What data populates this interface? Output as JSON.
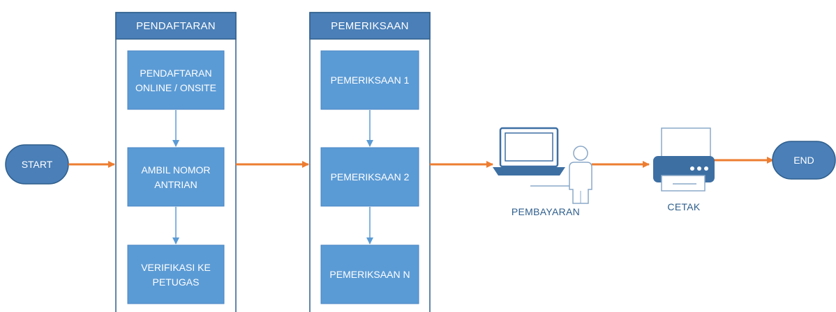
{
  "colors": {
    "node_fill": "#5b9bd5",
    "node_dark": "#3d6fa3",
    "lane_header": "#4a7fb8",
    "lane_border": "#2e5e8c",
    "arrow_orange": "#ed7d31",
    "arrow_blue": "#5b9bd5",
    "caption": "#2e5e8c"
  },
  "start": {
    "label": "START"
  },
  "end": {
    "label": "END"
  },
  "lanes": {
    "pendaftaran": {
      "title": "PENDAFTARAN",
      "steps": [
        {
          "line1": "PENDAFTARAN",
          "line2": "ONLINE / ONSITE"
        },
        {
          "line1": "AMBIL NOMOR",
          "line2": "ANTRIAN"
        },
        {
          "line1": "VERIFIKASI KE",
          "line2": "PETUGAS"
        }
      ]
    },
    "pemeriksaan": {
      "title": "PEMERIKSAAN",
      "steps": [
        {
          "line1": "PEMERIKSAAN 1"
        },
        {
          "line1": "PEMERIKSAAN 2"
        },
        {
          "line1": "PEMERIKSAAN N"
        }
      ]
    }
  },
  "pembayaran": {
    "label": "PEMBAYARAN",
    "icons": [
      "laptop-icon",
      "person-icon"
    ]
  },
  "cetak": {
    "label": "CETAK",
    "icons": [
      "printer-icon"
    ]
  }
}
